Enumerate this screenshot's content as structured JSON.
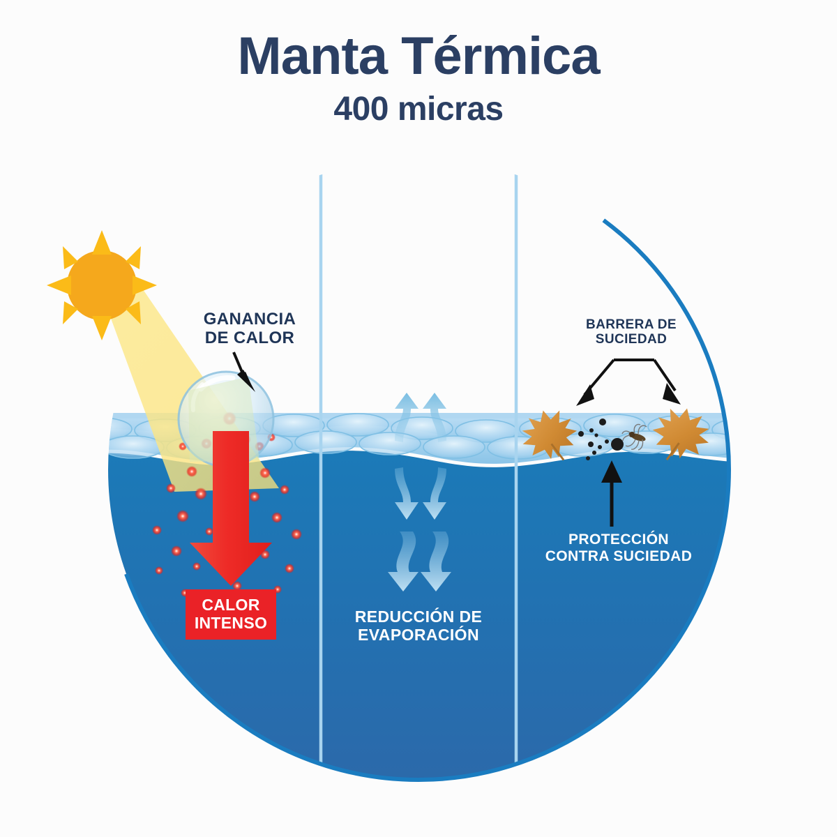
{
  "header": {
    "title": "Manta Térmica",
    "subtitle": "400 micras"
  },
  "diagram": {
    "panels": [
      {
        "id": "heat-gain",
        "label": "GANANCIA\nDE CALOR",
        "label_line1": "GANANCIA",
        "label_line2": "DE CALOR",
        "badge": "CALOR\nINTENSO",
        "badge_line1": "CALOR",
        "badge_line2": "INTENSO",
        "badge_color": "#ea2227",
        "icons": [
          "sun-icon",
          "sun-ray-beam",
          "bubble-icon",
          "red-down-arrow-icon",
          "heat-particle-icon",
          "black-down-arrow-icon"
        ]
      },
      {
        "id": "evaporation-reduction",
        "label": "REDUCCIÓN DE\nEVAPORACIÓN",
        "label_line1": "REDUCCIÓN DE",
        "label_line2": "EVAPORACIÓN",
        "icons": [
          "up-arrow-icon",
          "down-arrow-icon",
          "wavy-down-arrow-icon"
        ]
      },
      {
        "id": "dirt-barrier",
        "label_top": "BARRERA DE\nSUCIEDAD",
        "label_top_line1": "BARRERA DE",
        "label_top_line2": "SUCIEDAD",
        "label_bottom": "PROTECCIÓN\nCONTRA SUCIEDAD",
        "label_bottom_line1": "PROTECCIÓN",
        "label_bottom_line2": "CONTRA SUCIEDAD",
        "icons": [
          "maple-leaf-icon",
          "debris-dot-icon",
          "mosquito-icon",
          "black-bracket-arrow-icon",
          "black-up-arrow-icon"
        ]
      }
    ],
    "colors": {
      "title_navy": "#2b3f63",
      "label_navy": "#1f3557",
      "circle_outline_blue": "#1a7cc0",
      "divider_blue": "#a8d4ef",
      "water_top": "#1b7ab8",
      "water_bottom": "#2d68a9",
      "blanket_bubble": "#9fd0ee",
      "sun_gold": "#f5a81c",
      "sun_ray_beam": "#fbe68c",
      "red_arrow": "#ed2024",
      "badge_red": "#ea2227",
      "leaf_orange": "#d98c36",
      "background": "#fcfcfc"
    }
  }
}
